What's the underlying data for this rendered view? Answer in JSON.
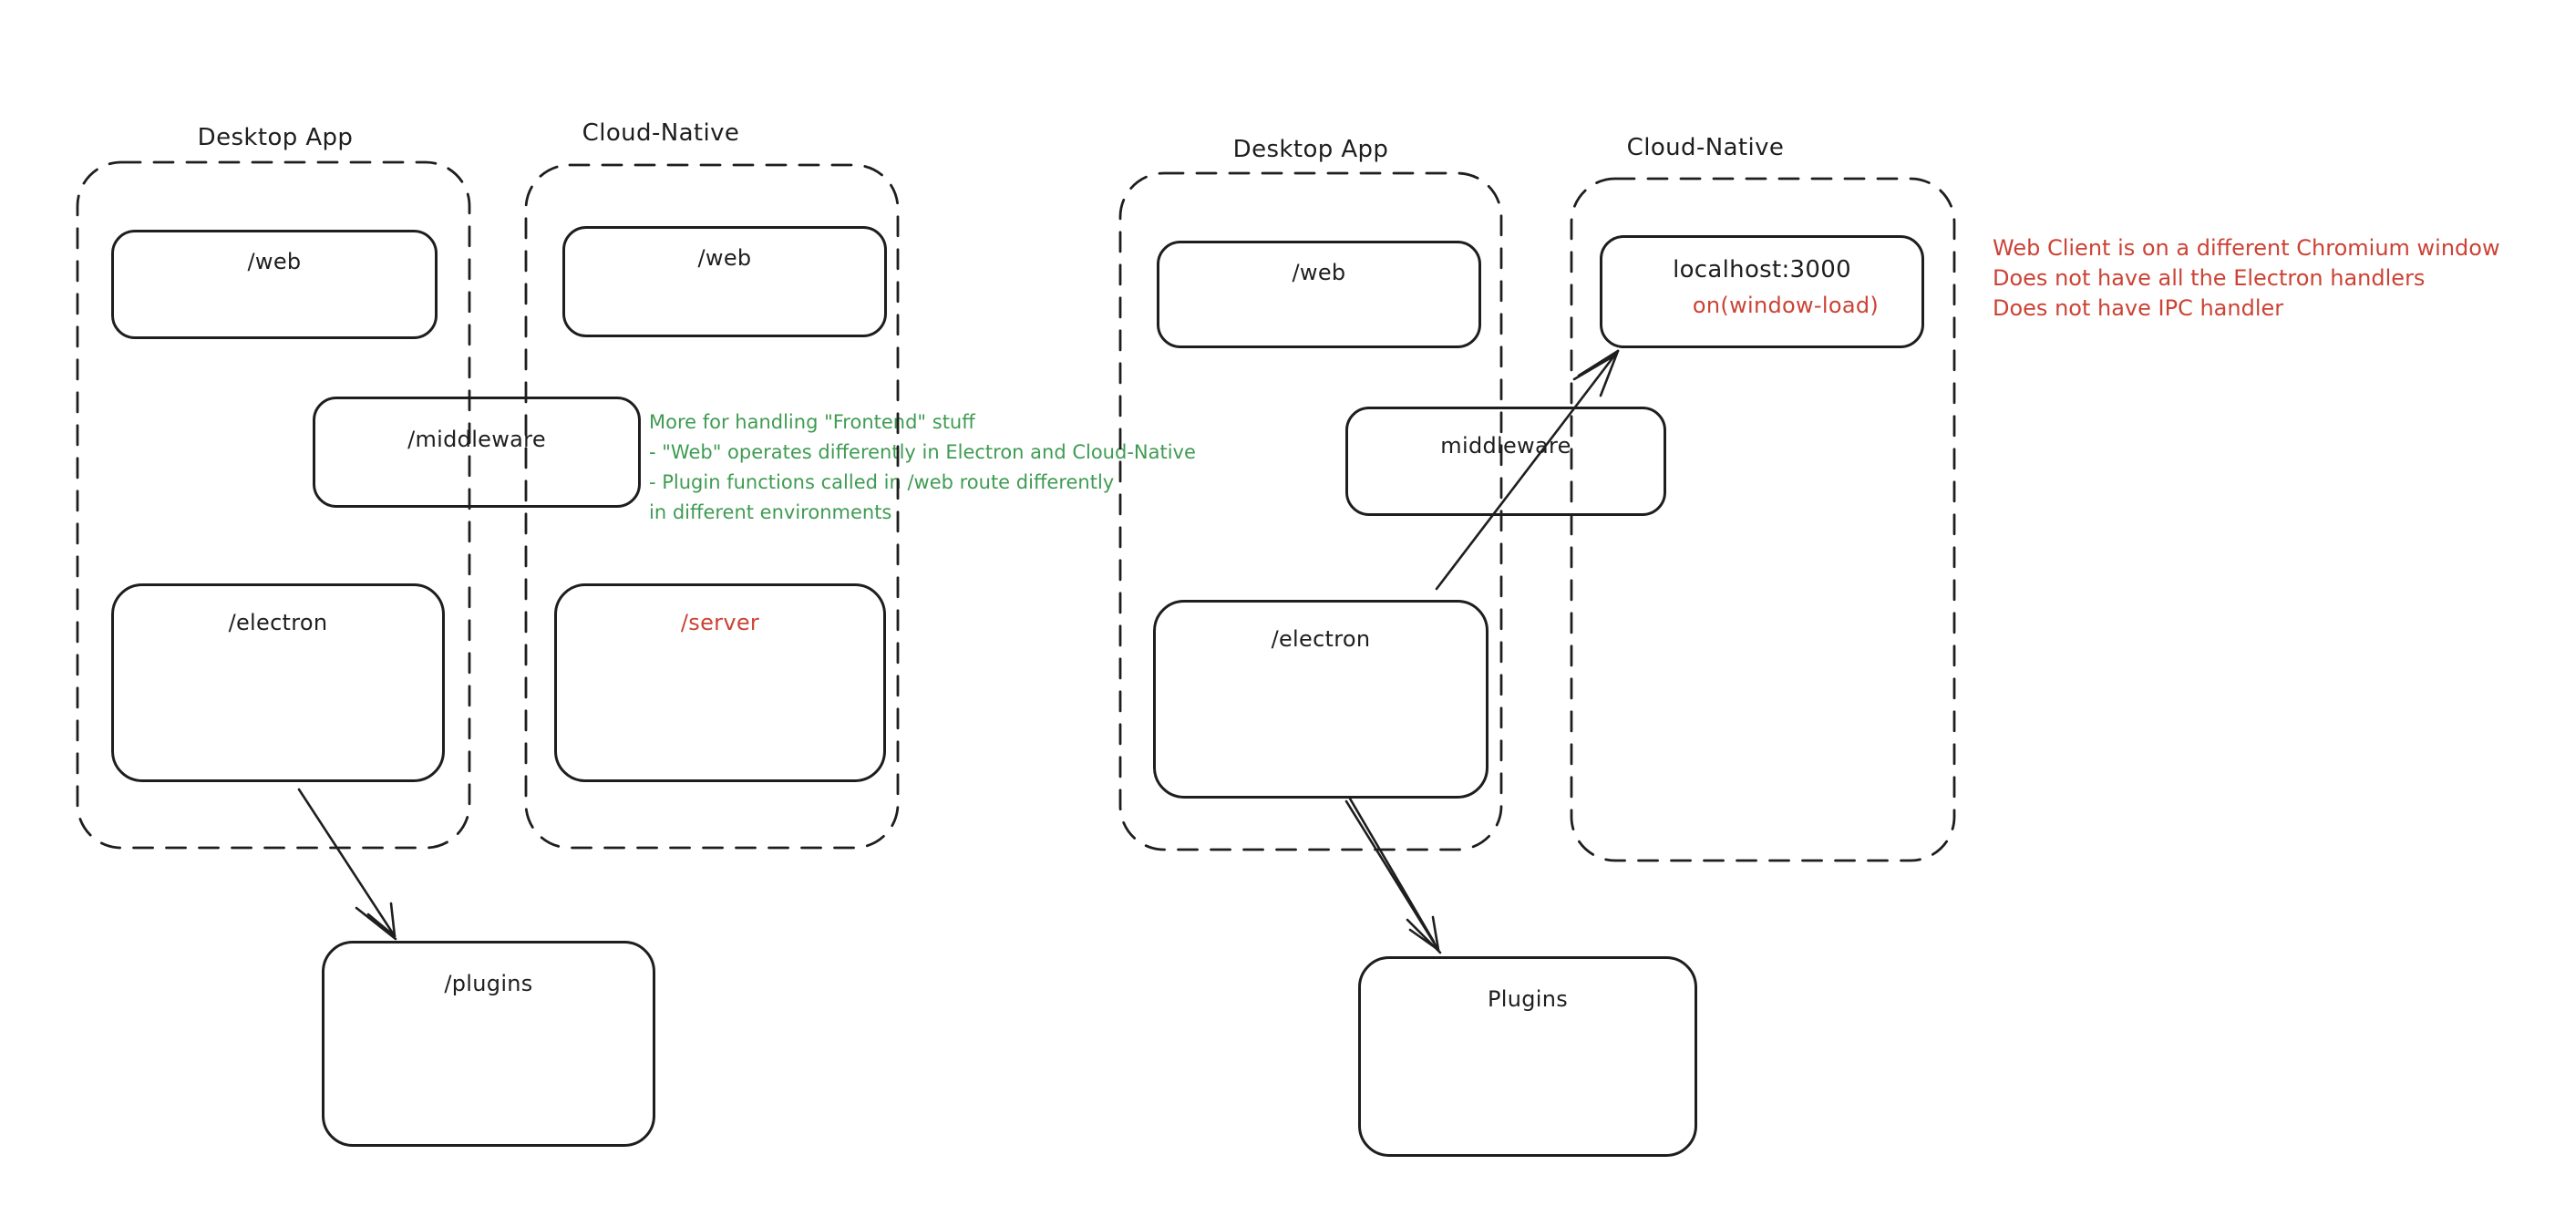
{
  "colors": {
    "stroke": "#1e1e1e",
    "red": "#cb4335",
    "green": "#3f9b52",
    "canvas": "#ffffff"
  },
  "left_diagram": {
    "desktop_app": {
      "label": "Desktop App",
      "web_label": "/web",
      "electron_label": "/electron"
    },
    "cloud_native": {
      "label": "Cloud-Native",
      "web_label": "/web",
      "server_label": "/server"
    },
    "middleware_label": "/middleware",
    "plugins_label": "/plugins"
  },
  "right_diagram": {
    "desktop_app": {
      "label": "Desktop App",
      "web_label": "/web",
      "electron_label": "/electron"
    },
    "cloud_native": {
      "label": "Cloud-Native",
      "localhost_label": "localhost:3000",
      "on_window_load_label": "on(window-load)"
    },
    "middleware_label": "middleware",
    "plugins_label": "Plugins"
  },
  "notes": {
    "frontend_note": {
      "color": "green",
      "lines": [
        "More for handling \"Frontend\" stuff",
        "- \"Web\" operates differently in Electron and Cloud-Native",
        "- Plugin functions called in /web route differently",
        "in different environments"
      ]
    },
    "web_client_note": {
      "color": "red",
      "lines": [
        "Web Client is on a different Chromium window",
        "Does not have all the Electron handlers",
        "Does not have IPC handler"
      ]
    }
  }
}
